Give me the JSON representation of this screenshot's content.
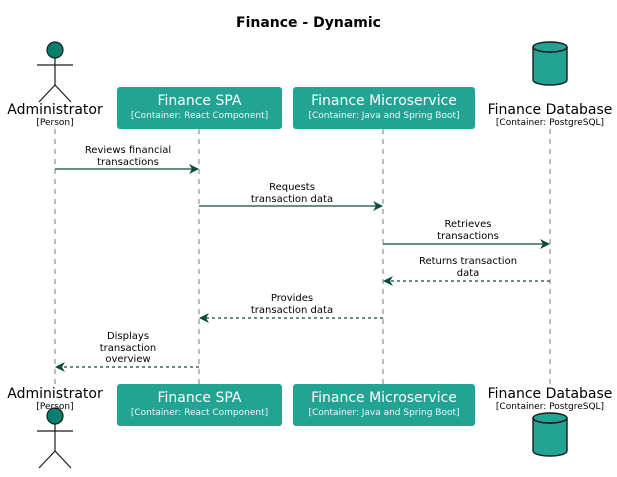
{
  "title": "Finance - Dynamic",
  "colors": {
    "container": "#23a393",
    "person": "#06806c",
    "arrow": "#0b4a3f",
    "lifeline": "#7a7a7a"
  },
  "participants": [
    {
      "id": "admin",
      "name": "Administrator",
      "type": "[Person]",
      "icon": "actor-icon"
    },
    {
      "id": "spa",
      "name": "Finance SPA",
      "type": "[Container: React Component]",
      "icon": "container-box"
    },
    {
      "id": "ms",
      "name": "Finance Microservice",
      "type": "[Container: Java and Spring Boot]",
      "icon": "container-box"
    },
    {
      "id": "db",
      "name": "Finance Database",
      "type": "[Container: PostgreSQL]",
      "icon": "database-icon"
    }
  ],
  "messages": [
    {
      "from": "admin",
      "to": "spa",
      "label": [
        "Reviews financial",
        "transactions"
      ],
      "style": "solid"
    },
    {
      "from": "spa",
      "to": "ms",
      "label": [
        "Requests",
        "transaction data"
      ],
      "style": "solid"
    },
    {
      "from": "ms",
      "to": "db",
      "label": [
        "Retrieves",
        "transactions"
      ],
      "style": "solid"
    },
    {
      "from": "db",
      "to": "ms",
      "label": [
        "Returns transaction",
        "data"
      ],
      "style": "dashed"
    },
    {
      "from": "ms",
      "to": "spa",
      "label": [
        "Provides",
        "transaction data"
      ],
      "style": "dashed"
    },
    {
      "from": "spa",
      "to": "admin",
      "label": [
        "Displays",
        "transaction",
        "overview"
      ],
      "style": "dashed"
    }
  ]
}
